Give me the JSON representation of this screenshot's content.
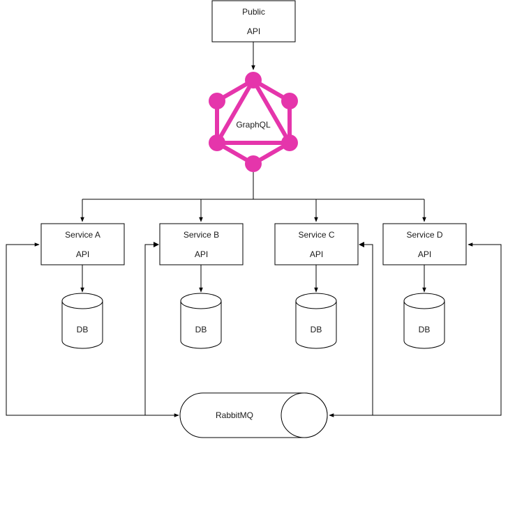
{
  "public_api": {
    "line1": "Public",
    "line2": "API"
  },
  "graphql": {
    "label": "GraphQL",
    "color": "#E535AB"
  },
  "services": [
    {
      "name": "Service A",
      "api": "API",
      "db": "DB"
    },
    {
      "name": "Service B",
      "api": "API",
      "db": "DB"
    },
    {
      "name": "Service C",
      "api": "API",
      "db": "DB"
    },
    {
      "name": "Service D",
      "api": "API",
      "db": "DB"
    }
  ],
  "broker": {
    "label": "RabbitMQ"
  }
}
